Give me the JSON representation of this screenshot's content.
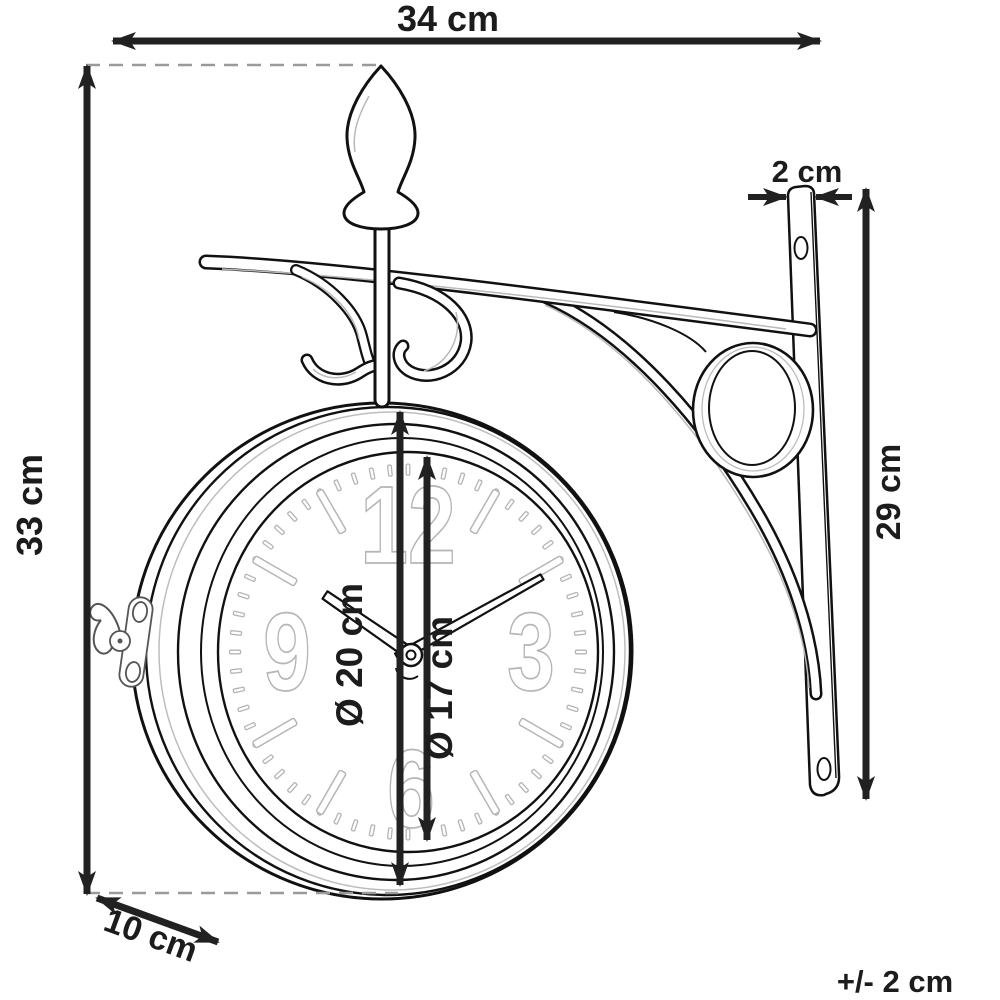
{
  "diagram": {
    "type": "product-dimension-drawing",
    "subject": "double-sided station wall clock on wrought-iron wall bracket",
    "dimensions": {
      "total_width": "34 cm",
      "total_height": "33 cm",
      "bracket_plate_thickness": "2 cm",
      "bracket_plate_height": "29 cm",
      "clock_outer_diameter": "Ø 20 cm",
      "clock_dial_diameter": "Ø 17 cm",
      "depth": "10 cm",
      "tolerance": "+/- 2 cm"
    },
    "clock_face": {
      "numeral_12": "12",
      "numeral_3": "3",
      "numeral_6": "6",
      "numeral_9": "9"
    },
    "colors": {
      "line_art": "#111111",
      "dimension_lines": "#212121",
      "light_detail": "#b5b5b5",
      "dashed_guides": "#9a9a9a",
      "background": "#ffffff"
    }
  }
}
